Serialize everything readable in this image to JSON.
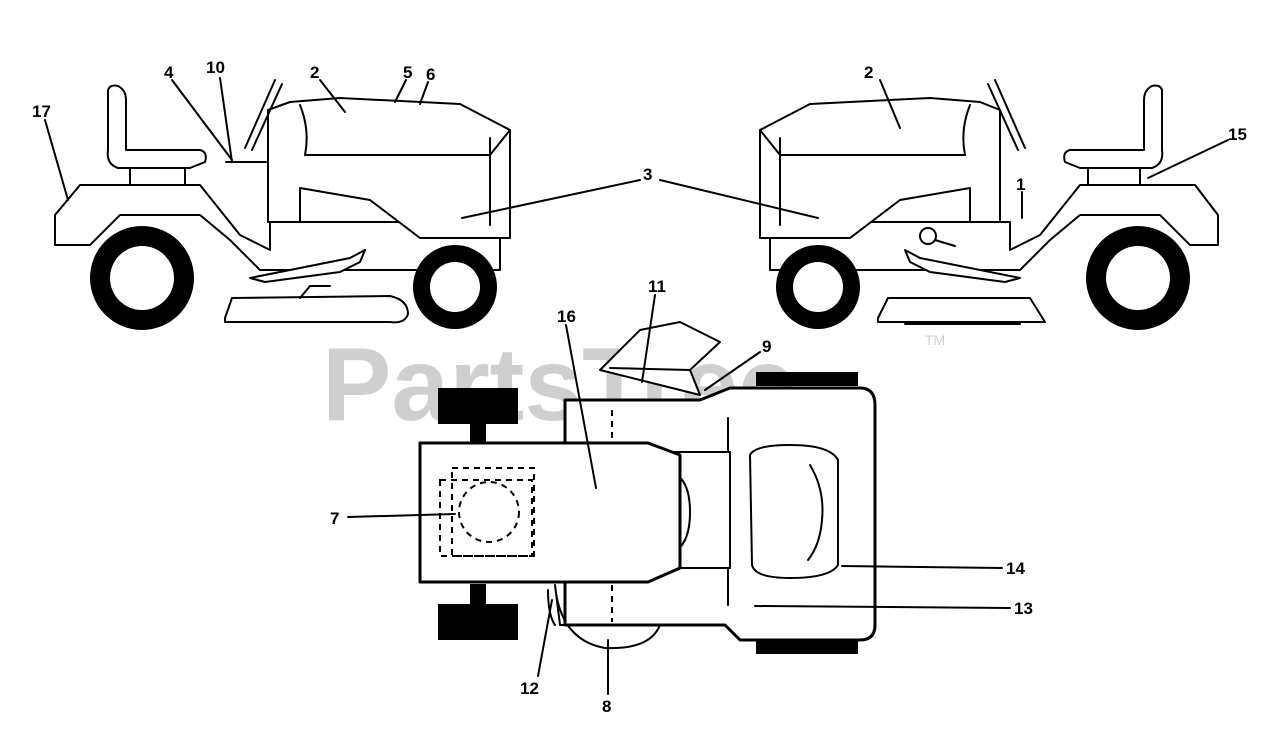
{
  "watermark": {
    "text": "PartsTree",
    "trademark": "TM"
  },
  "callouts": [
    {
      "id": "callout-17",
      "label": "17"
    },
    {
      "id": "callout-4",
      "label": "4"
    },
    {
      "id": "callout-10",
      "label": "10"
    },
    {
      "id": "callout-2-left",
      "label": "2"
    },
    {
      "id": "callout-5",
      "label": "5"
    },
    {
      "id": "callout-6",
      "label": "6"
    },
    {
      "id": "callout-3",
      "label": "3"
    },
    {
      "id": "callout-2-right",
      "label": "2"
    },
    {
      "id": "callout-1",
      "label": "1"
    },
    {
      "id": "callout-15",
      "label": "15"
    },
    {
      "id": "callout-11",
      "label": "11"
    },
    {
      "id": "callout-16",
      "label": "16"
    },
    {
      "id": "callout-9",
      "label": "9"
    },
    {
      "id": "callout-7",
      "label": "7"
    },
    {
      "id": "callout-14",
      "label": "14"
    },
    {
      "id": "callout-13",
      "label": "13"
    },
    {
      "id": "callout-12",
      "label": "12"
    },
    {
      "id": "callout-8",
      "label": "8"
    }
  ]
}
